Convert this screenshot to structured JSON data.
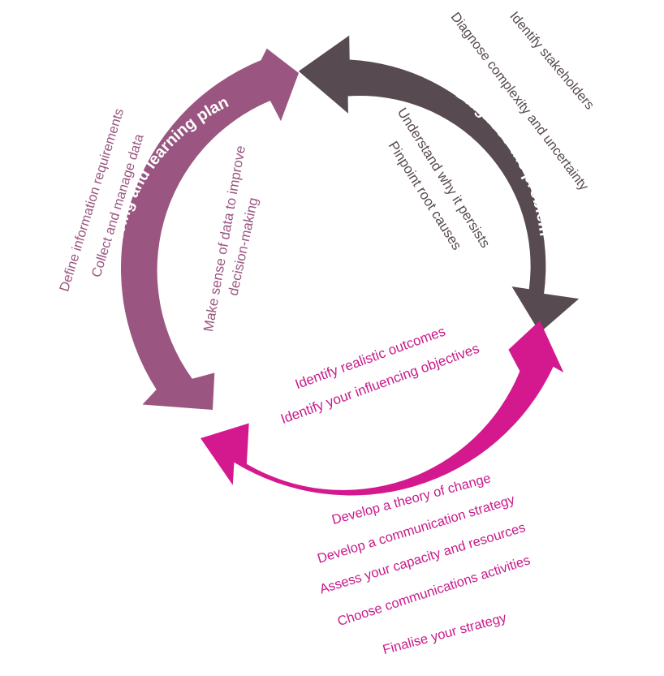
{
  "colors": {
    "diagnose": "#574a50",
    "strategy": "#d4198f",
    "monitoring": "#9a5681",
    "diagnose_text": "#574a50",
    "strategy_text": "#c81a8a",
    "monitoring_text": "#9a5681"
  },
  "segments": {
    "diagnose": {
      "title": "Diagnose the problem",
      "inner": [
        "Understand why it persists",
        "Pinpoint root causes"
      ],
      "outer": [
        "Identify stakeholders",
        "Diagnose complexity and uncertainty"
      ]
    },
    "strategy": {
      "title": "Develop a strategy",
      "inner": [
        "Identify realistic outcomes",
        "Identify your influencing objectives"
      ],
      "outer": [
        "Develop a theory of change",
        "Develop a communication strategy",
        "Assess your capacity and resources",
        "Choose communications activities",
        "Finalise your strategy"
      ]
    },
    "monitoring": {
      "title": "Develop a monitoring and learning plan",
      "inner": [
        "Make sense of data to improve",
        "decision-making"
      ],
      "outer": [
        "Define information requirements",
        "Collect and manage data"
      ]
    }
  }
}
